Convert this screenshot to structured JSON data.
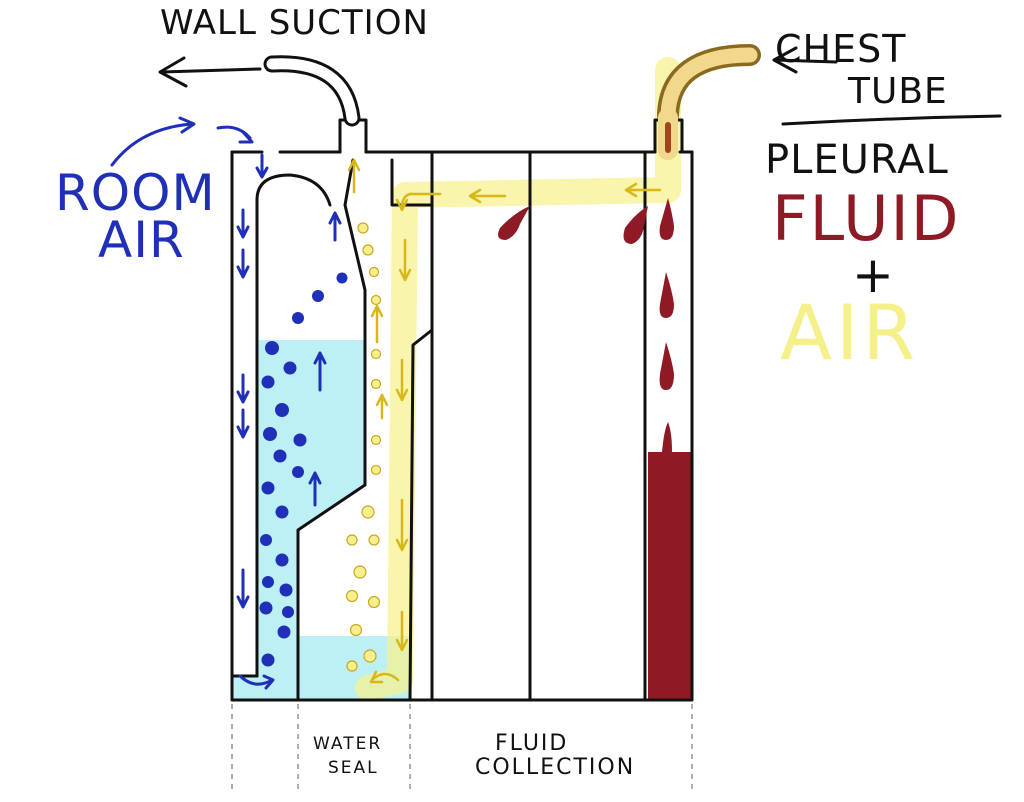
{
  "labels": {
    "wall_suction": "WALL SUCTION",
    "chest": "CHEST",
    "tube": "TUBE",
    "pleural": "PLEURAL",
    "fluid": "FLUID",
    "plus": "+",
    "air": "AIR",
    "room": "ROOM",
    "room_air": "AIR",
    "water": "WATER",
    "seal": "SEAL",
    "fluid_caption": "FLUID",
    "collection": "COLLECTION"
  },
  "colors": {
    "outline": "#111111",
    "water": "#bdf0f5",
    "room_air": "#1f2fb8",
    "pleural_fluid": "#8e1a26",
    "air_flow": "#f5f08a",
    "air_arrow": "#e0c21a"
  },
  "icons": {
    "suction_arrow": "arrow-left-icon",
    "chest_tube_arrow": "arrow-left-icon",
    "room_air_arrow": "curved-arrow-icon"
  }
}
